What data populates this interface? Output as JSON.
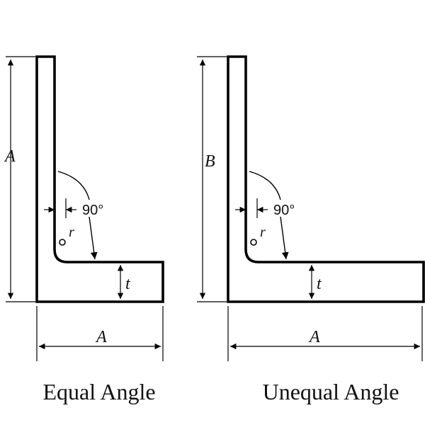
{
  "equal_angle": {
    "caption": "Equal Angle",
    "vertical_leg_label": "A",
    "horizontal_leg_label": "A",
    "thickness_label": "t",
    "radius_label": "r",
    "angle_label": "90°"
  },
  "unequal_angle": {
    "caption": "Unequal Angle",
    "vertical_leg_label": "B",
    "horizontal_leg_label": "A",
    "thickness_label": "t",
    "radius_label": "r",
    "angle_label": "90°"
  }
}
